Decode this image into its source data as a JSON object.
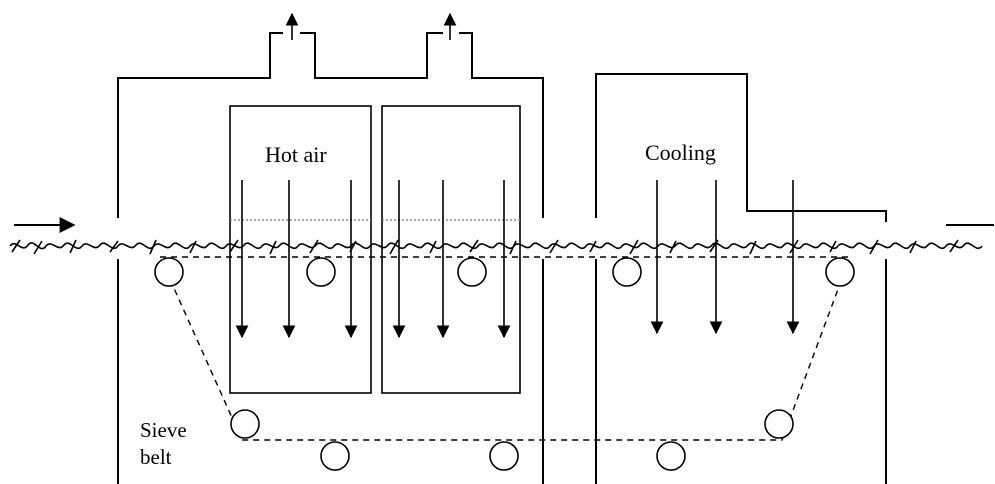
{
  "labels": {
    "hot_air": "Hot air",
    "cooling": "Cooling",
    "sieve": "Sieve",
    "belt": "belt"
  }
}
